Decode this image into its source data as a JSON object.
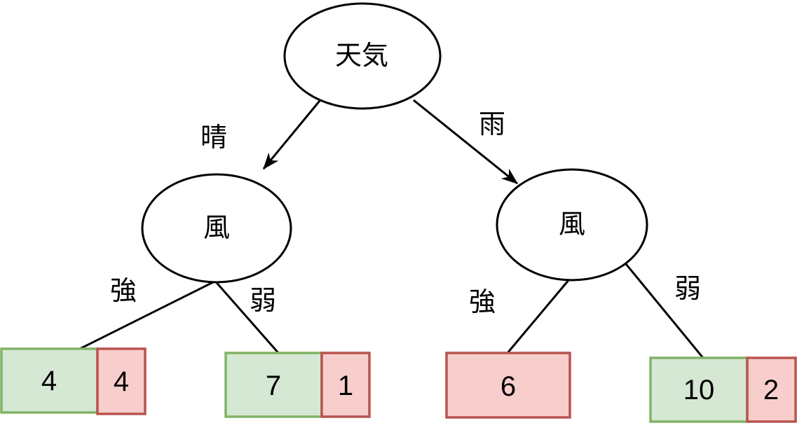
{
  "diagram": {
    "type": "decision-tree",
    "nodes": {
      "root": {
        "label": "天気"
      },
      "left": {
        "label": "風"
      },
      "right": {
        "label": "風"
      }
    },
    "edge_labels": {
      "sunny": "晴",
      "rain": "雨",
      "left_strong": "強",
      "left_weak": "弱",
      "right_strong": "強",
      "right_weak": "弱"
    },
    "leaves": [
      {
        "green_value": "4",
        "red_value": "4"
      },
      {
        "green_value": "7",
        "red_value": "1"
      },
      {
        "red_value": "6"
      },
      {
        "green_value": "10",
        "red_value": "2"
      }
    ],
    "colors": {
      "green_fill": "#d5e8d4",
      "green_stroke": "#82b366",
      "red_fill": "#f8cecc",
      "red_stroke": "#b85450",
      "line": "#000000",
      "background": "#ffffff"
    }
  }
}
